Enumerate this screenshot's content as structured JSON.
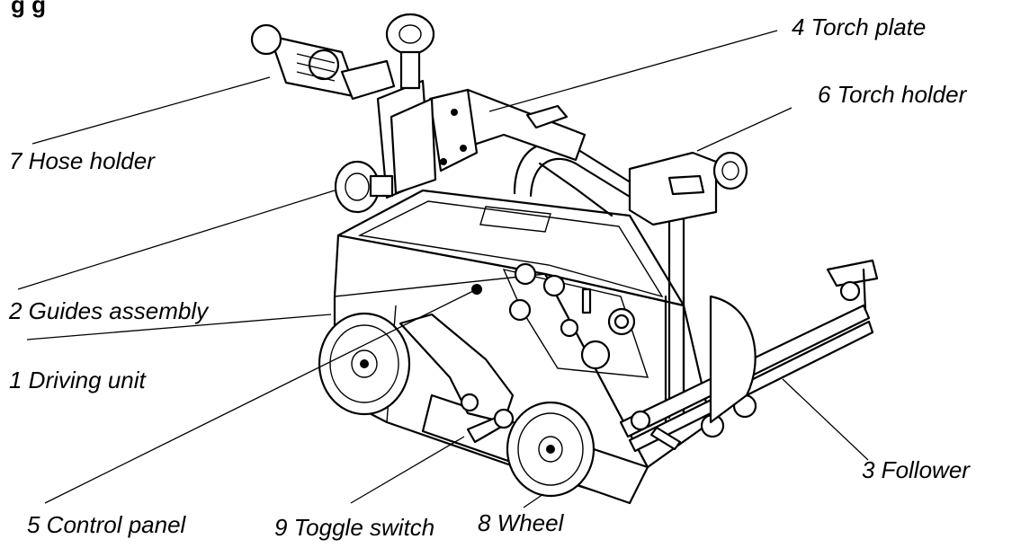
{
  "title_fragment": "g   g",
  "labels": {
    "torch_plate": "4 Torch plate",
    "torch_holder": "6 Torch holder",
    "hose_holder": "7 Hose holder",
    "guides_assembly": "2 Guides assembly",
    "driving_unit": "1 Driving unit",
    "follower": "3 Follower",
    "control_panel": "5 Control panel",
    "toggle_switch": "9 Toggle switch",
    "wheel": "8 Wheel"
  }
}
